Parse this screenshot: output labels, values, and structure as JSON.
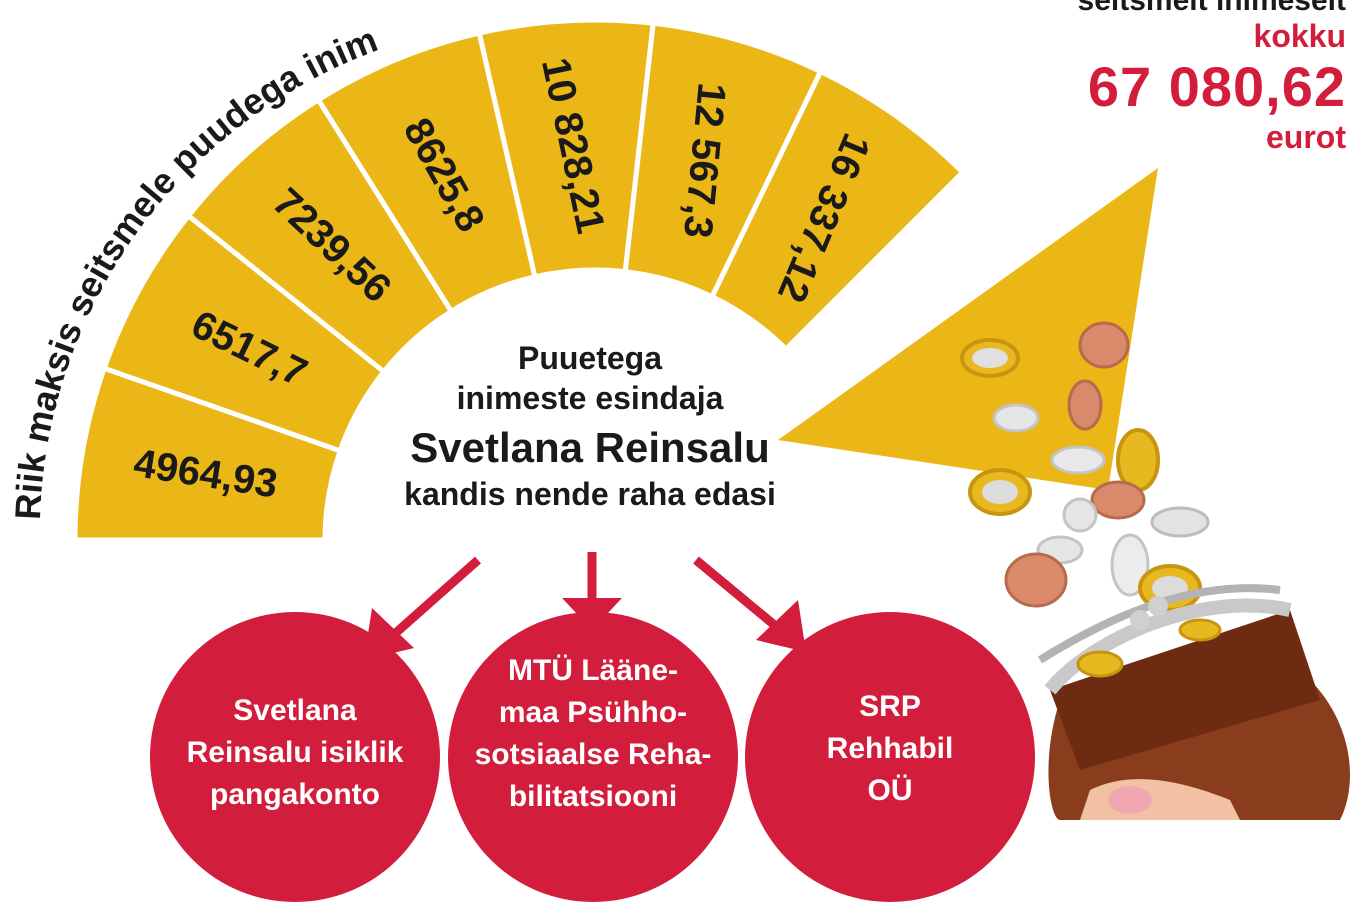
{
  "arc_title": "Riik maksis seitsmele puudega inim",
  "segments": [
    {
      "value": "4964,93"
    },
    {
      "value": "6517,7"
    },
    {
      "value": "7239,56"
    },
    {
      "value": "8625,8"
    },
    {
      "value": "10 828,21"
    },
    {
      "value": "12 567,3"
    },
    {
      "value": "16 337,12"
    }
  ],
  "total": {
    "top_line": "seitsmelt inimeselt",
    "kokku": "kokku",
    "sum": "67 080,62",
    "unit": "eurot"
  },
  "center": {
    "line1": "Puuetega",
    "line2": "inimeste esindaja",
    "name": "Svetlana Reinsalu",
    "line4": "kandis nende raha edasi"
  },
  "recipients": [
    {
      "label": "Svetlana\nReinsalu isiklik\npangakonto"
    },
    {
      "label": "MTÜ Lääne-\nmaa Psühho-\nsotsiaalse Reha-\nbilitatsiooni"
    },
    {
      "label": "SRP\nRehhabil\nOÜ"
    }
  ],
  "colors": {
    "gold": "#ebb717",
    "red": "#d21e3c",
    "text": "#1a1a1a"
  }
}
